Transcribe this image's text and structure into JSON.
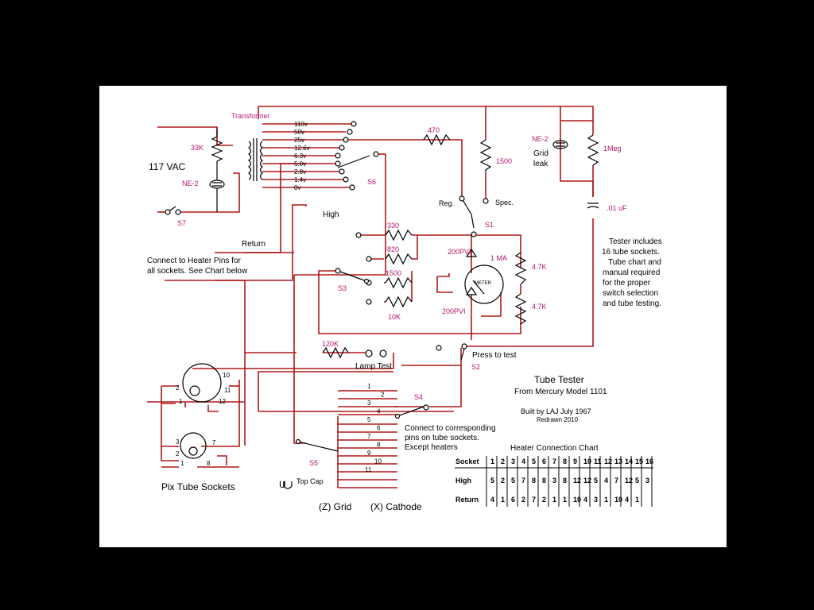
{
  "colors": {
    "background": "#000000",
    "sheet": "#ffffff",
    "wire": "#b01818",
    "label": "#b8166e",
    "text": "#000000"
  },
  "labels": {
    "transformer": "Transformer",
    "vac": "117 VAC",
    "r33k": "33K",
    "ne2_left": "NE-2",
    "s7": "S7",
    "s6": "S6",
    "high": "High",
    "return": "Return",
    "connect_heater": "Connect to Heater Pins for",
    "all_sockets": "all sockets. See Chart below",
    "r470": "470",
    "r1500_top": "1500",
    "reg": "Reg.",
    "spec": "Spec.",
    "s1": "S1",
    "ne2_right": "NE-2",
    "grid": "Grid",
    "leak": "leak",
    "r1meg": "1Meg",
    "cap": ".01 uF",
    "r330": "330",
    "r820": "820",
    "r1500": "1500",
    "r10k": "10K",
    "s3": "S3",
    "d_top": "200PVI",
    "d_bot": "200PVI",
    "ma": "1 MA",
    "meter": "METER",
    "r47k_a": "4.7K",
    "r47k_b": "4.7K",
    "r120k": "120K",
    "lamp_test": "Lamp Test",
    "press": "Press to test",
    "s2": "S2",
    "s4": "S4",
    "s5": "S5",
    "top_cap": "Top Cap",
    "top_cap_sym": "U",
    "grid_z": "(Z) Grid",
    "cathode_x": "(X) Cathode",
    "connect_pins_1": "Connect to corresponding",
    "connect_pins_2": "pins on tube sockets.",
    "connect_pins_3": "Except heaters",
    "pix_tube": "Pix Tube Sockets",
    "title": "Tube Tester",
    "subtitle": "From Mercury Model 1101",
    "built": "Built by LAJ July 1967",
    "redrawn": "Redrawn 2010",
    "note_1": "Tester includes",
    "note_2": "16 tube sockets.",
    "note_3": "Tube chart and",
    "note_4": "manual required",
    "note_5": "for the proper",
    "note_6": "switch selection",
    "note_7": "and tube testing."
  },
  "taps": [
    "110v",
    "50v",
    "25v",
    "12.6v",
    "6.3v",
    "5.0v",
    "2.8v",
    "1.4v",
    "0v"
  ],
  "socket_big_pins": [
    "2",
    "10",
    "11",
    "1",
    "12"
  ],
  "socket_small_pins": [
    "3",
    "7",
    "2",
    "1",
    "8"
  ],
  "s5_pins": [
    "1",
    "2",
    "3",
    "4",
    "5",
    "6",
    "7",
    "8",
    "9",
    "10",
    "11"
  ],
  "chart": {
    "caption": "Heater Connection Chart",
    "rows": [
      {
        "head": "Socket",
        "cells": [
          "1",
          "2",
          "3",
          "4",
          "5",
          "6",
          "7",
          "8",
          "9",
          "10",
          "11",
          "12",
          "13",
          "14",
          "15",
          "16"
        ]
      },
      {
        "head": "High",
        "cells": [
          "5",
          "2",
          "5",
          "7",
          "8",
          "8",
          "3",
          "8",
          "12",
          "12",
          "5",
          "4",
          "7",
          "12",
          "5",
          "3"
        ]
      },
      {
        "head": "Return",
        "cells": [
          "4",
          "1",
          "6",
          "2",
          "7",
          "2",
          "1",
          "1",
          "10",
          "4",
          "3",
          "1",
          "10",
          "4",
          "1",
          ""
        ]
      }
    ]
  }
}
